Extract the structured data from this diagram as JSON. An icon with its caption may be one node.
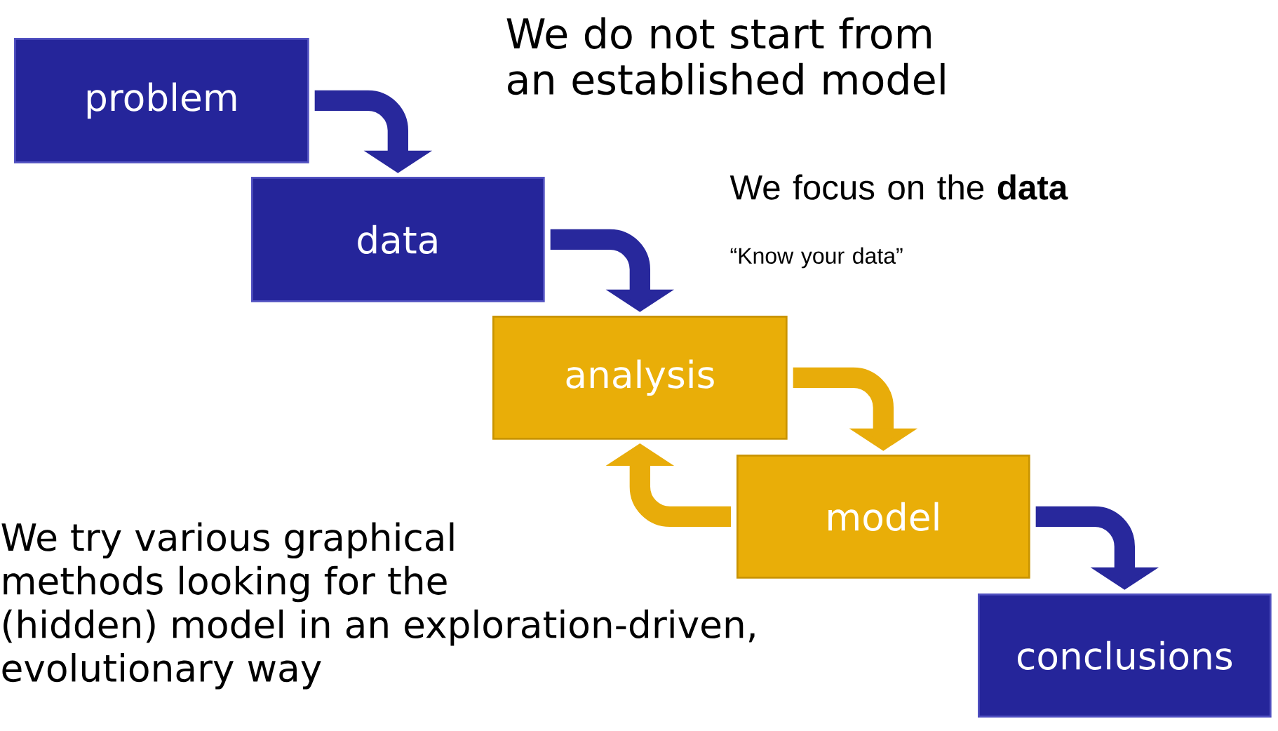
{
  "diagram": {
    "nodes": [
      {
        "text": [
          "problem"
        ]
      },
      {
        "text": [
          "data"
        ]
      },
      {
        "text": [
          "analysis"
        ]
      },
      {
        "text": [
          "model"
        ]
      },
      {
        "text": [
          "conclusions"
        ]
      }
    ],
    "edges": [
      {
        "from": 0,
        "to": 1,
        "arrow": "to"
      },
      {
        "from": 1,
        "to": 2,
        "arrow": "to"
      },
      {
        "from": 2,
        "to": 3,
        "arrow": "to",
        "color": "#e8ac0a"
      },
      {
        "from": 3,
        "to": 2,
        "arrow": "to",
        "color": "#e8ac0a"
      },
      {
        "from": 3,
        "to": 4,
        "arrow": "to"
      }
    ],
    "labels": [
      "We do not start from an established model",
      "We focus on the **data**",
      "“Know your data”",
      "We try various graphical methods looking for the (hidden) model in an exploration-driven, evolutionary way"
    ]
  }
}
